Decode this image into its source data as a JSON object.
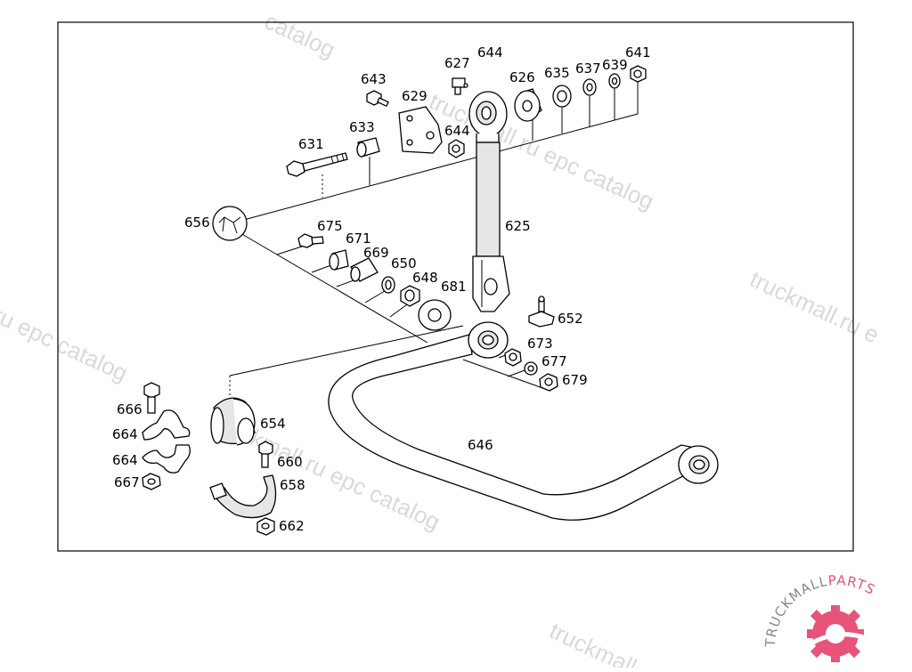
{
  "callouts": {
    "c641": "641",
    "c639": "639",
    "c637": "637",
    "c635": "635",
    "c626": "626",
    "c644a": "644",
    "c627": "627",
    "c643": "643",
    "c629": "629",
    "c644b": "644",
    "c633": "633",
    "c631": "631",
    "c656": "656",
    "c625": "625",
    "c675": "675",
    "c671": "671",
    "c669": "669",
    "c650": "650",
    "c648": "648",
    "c681": "681",
    "c652": "652",
    "c673": "673",
    "c677": "677",
    "c679": "679",
    "c646": "646",
    "c666": "666",
    "c664a": "664",
    "c664b": "664",
    "c667": "667",
    "c654": "654",
    "c660": "660",
    "c658": "658",
    "c662": "662"
  },
  "watermark": {
    "t1": "catalog",
    "t2": "truckmall.ru epc catalog",
    "t3": "truckmall.ru e",
    "t4": "ru epc catalog",
    "t5": "truckmall.ru epc catalog",
    "t6": "truckmall.ru"
  },
  "logo": {
    "text_main": "TRUCKMALL",
    "text_accent": "PARTS",
    "main_color": "#888888",
    "accent_color": "#e8537a"
  }
}
